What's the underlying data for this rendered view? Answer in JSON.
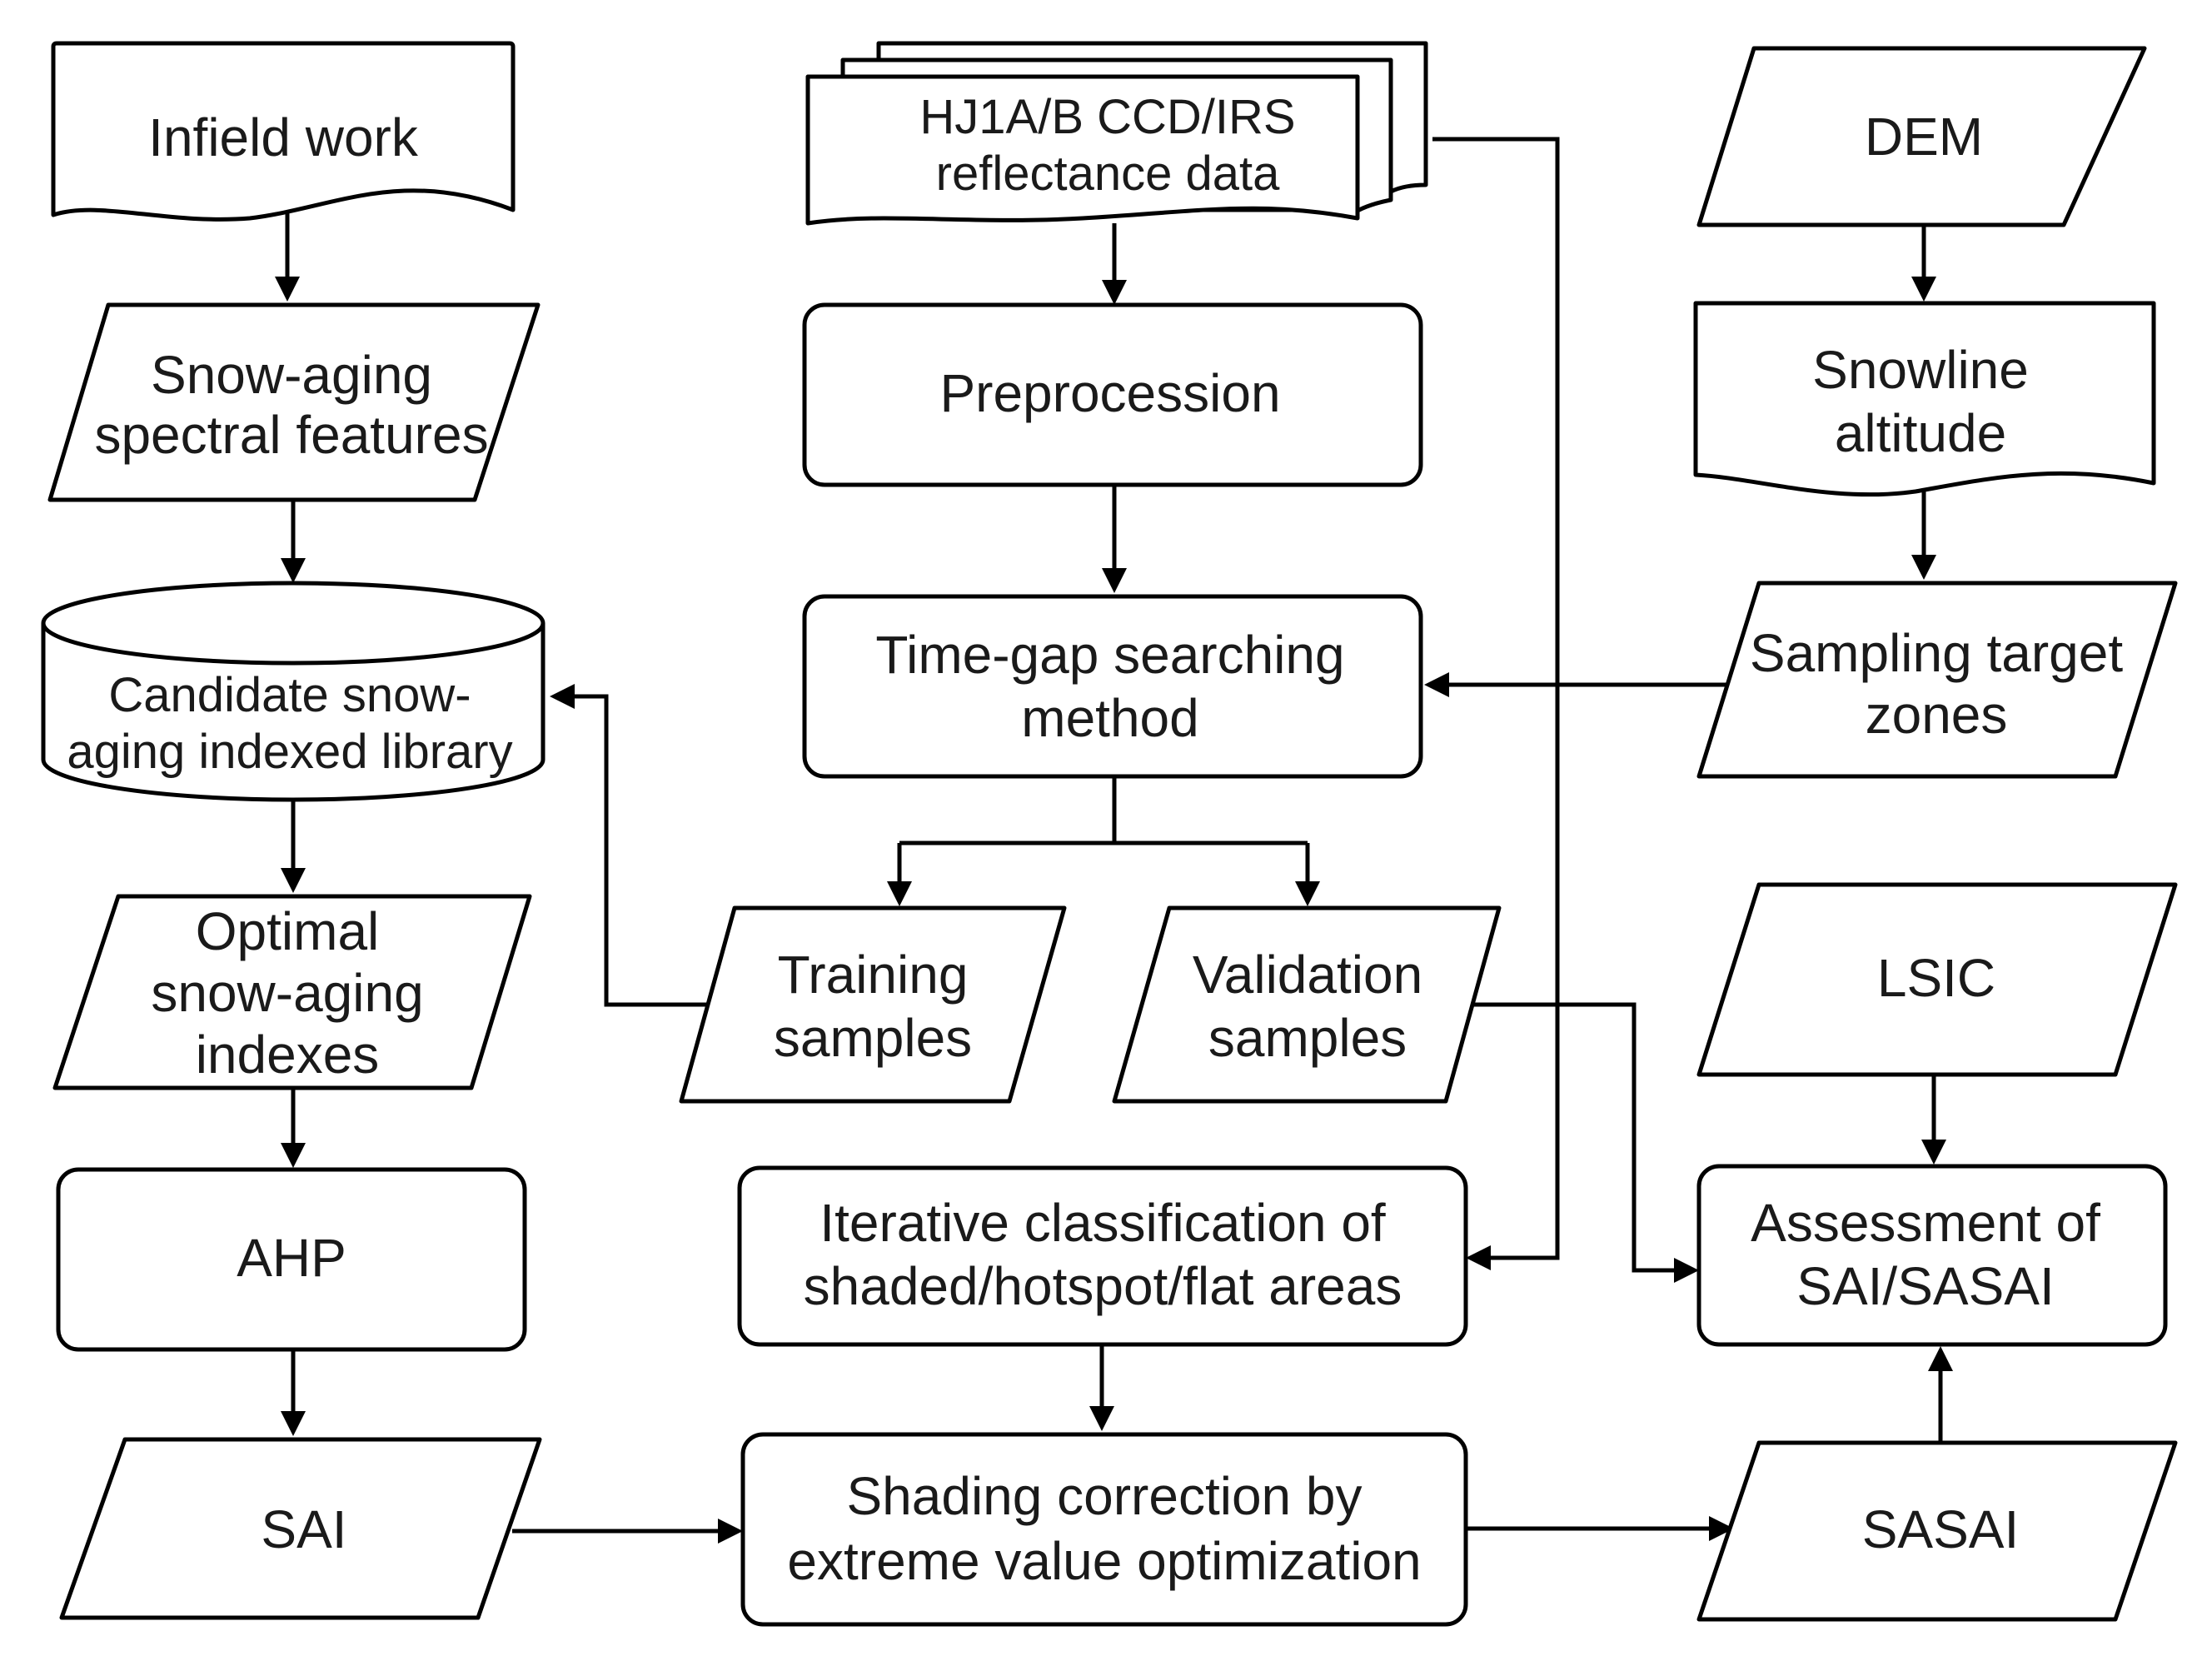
{
  "nodes": {
    "infield_work": [
      "Infield work"
    ],
    "hj_data": [
      "HJ1A/B CCD/IRS",
      "reflectance data"
    ],
    "dem": [
      "DEM"
    ],
    "snow_aging_features": [
      "Snow-aging",
      "spectral features"
    ],
    "preprocession": [
      "Preprocession"
    ],
    "snowline_altitude": [
      "Snowline",
      "altitude"
    ],
    "candidate_library": [
      "Candidate snow-",
      "aging indexed library"
    ],
    "time_gap_method": [
      "Time-gap searching",
      "method"
    ],
    "sampling_zones": [
      "Sampling target",
      "zones"
    ],
    "training_samples": [
      "Training",
      "samples"
    ],
    "validation_samples": [
      "Validation",
      "samples"
    ],
    "optimal_indexes": [
      "Optimal",
      "snow-aging",
      "indexes"
    ],
    "lsic": [
      "LSIC"
    ],
    "ahp": [
      "AHP"
    ],
    "iterative_classification": [
      "Iterative classification of",
      "shaded/hotspot/flat areas"
    ],
    "assessment": [
      "Assessment of",
      "SAI/SASAI"
    ],
    "sai": [
      "SAI"
    ],
    "shading_correction": [
      "Shading correction by",
      "extreme value optimization"
    ],
    "sasai": [
      "SASAI"
    ]
  },
  "edges": [
    {
      "from": "infield_work",
      "to": "snow_aging_features"
    },
    {
      "from": "snow_aging_features",
      "to": "candidate_library"
    },
    {
      "from": "candidate_library",
      "to": "optimal_indexes"
    },
    {
      "from": "optimal_indexes",
      "to": "ahp"
    },
    {
      "from": "ahp",
      "to": "sai"
    },
    {
      "from": "sai",
      "to": "shading_correction"
    },
    {
      "from": "hj_data",
      "to": "preprocession"
    },
    {
      "from": "hj_data",
      "to": "iterative_classification"
    },
    {
      "from": "preprocession",
      "to": "time_gap_method"
    },
    {
      "from": "time_gap_method",
      "to": "training_samples"
    },
    {
      "from": "time_gap_method",
      "to": "validation_samples"
    },
    {
      "from": "training_samples",
      "to": "candidate_library"
    },
    {
      "from": "validation_samples",
      "to": "assessment"
    },
    {
      "from": "iterative_classification",
      "to": "shading_correction"
    },
    {
      "from": "shading_correction",
      "to": "sasai"
    },
    {
      "from": "dem",
      "to": "snowline_altitude"
    },
    {
      "from": "snowline_altitude",
      "to": "sampling_zones"
    },
    {
      "from": "sampling_zones",
      "to": "time_gap_method"
    },
    {
      "from": "lsic",
      "to": "assessment"
    },
    {
      "from": "sasai",
      "to": "assessment"
    }
  ]
}
